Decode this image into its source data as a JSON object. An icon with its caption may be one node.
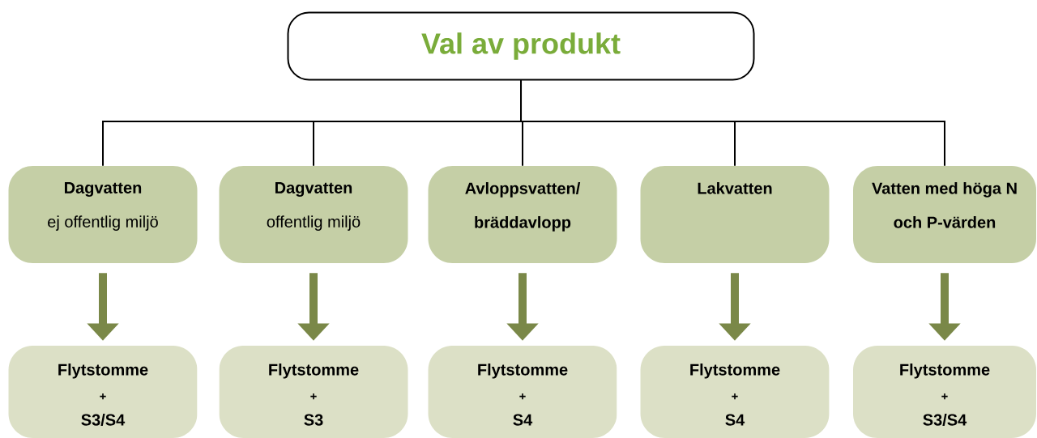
{
  "diagram": {
    "nodes": [
      {
        "text": [
          "Val av produkt"
        ]
      },
      {
        "text": [
          "Dagvatten",
          "ej offentlig miljö"
        ]
      },
      {
        "text": [
          "Dagvatten",
          "offentlig miljö"
        ]
      },
      {
        "text": [
          "Avloppsvatten/ bräddavlopp"
        ]
      },
      {
        "text": [
          "Lakvatten"
        ]
      },
      {
        "text": [
          "Vatten med höga N och P-värden"
        ]
      },
      {
        "text": [
          "Flytstomme",
          "+",
          "S3/S4"
        ]
      },
      {
        "text": [
          "Flytstomme",
          "+",
          "S3"
        ]
      },
      {
        "text": [
          "Flytstomme",
          "+",
          "S4"
        ]
      },
      {
        "text": [
          "Flytstomme",
          "+",
          "S4"
        ]
      },
      {
        "text": [
          "Flytstomme",
          "+",
          "S3/S4"
        ]
      }
    ],
    "edges": [
      {
        "from": 0,
        "to": 1,
        "arrow": "none"
      },
      {
        "from": 0,
        "to": 2,
        "arrow": "none"
      },
      {
        "from": 0,
        "to": 3,
        "arrow": "none"
      },
      {
        "from": 0,
        "to": 4,
        "arrow": "none"
      },
      {
        "from": 0,
        "to": 5,
        "arrow": "none"
      },
      {
        "from": 1,
        "to": 6,
        "arrow": "to",
        "style": "thick",
        "color": "#7a8848"
      },
      {
        "from": 2,
        "to": 7,
        "arrow": "to",
        "style": "thick",
        "color": "#7a8848"
      },
      {
        "from": 3,
        "to": 8,
        "arrow": "to",
        "style": "thick",
        "color": "#7a8848"
      },
      {
        "from": 4,
        "to": 9,
        "arrow": "to",
        "style": "thick",
        "color": "#7a8848"
      },
      {
        "from": 5,
        "to": 10,
        "arrow": "to",
        "style": "thick",
        "color": "#7a8848"
      }
    ]
  }
}
